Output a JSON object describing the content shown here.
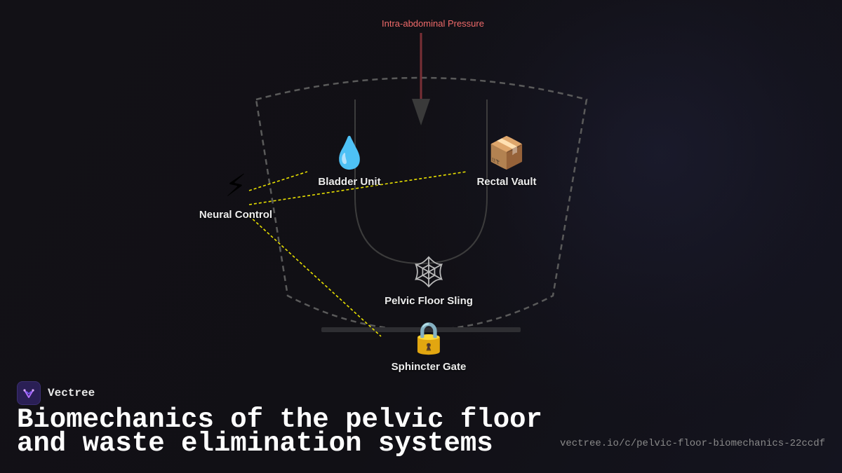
{
  "diagram": {
    "pressure_label": "Intra-abdominal Pressure",
    "nodes": {
      "neural": {
        "icon": "lightning-icon",
        "glyph": "⚡",
        "label": "Neural Control"
      },
      "bladder": {
        "icon": "droplet-icon",
        "glyph": "💧",
        "label": "Bladder Unit"
      },
      "rectal": {
        "icon": "package-icon",
        "glyph": "📦",
        "label": "Rectal Vault"
      },
      "sling": {
        "icon": "web-icon",
        "glyph": "🕸",
        "label": "Pelvic Floor Sling"
      },
      "sphincter": {
        "icon": "lock-icon",
        "glyph": "🔒",
        "label": "Sphincter Gate"
      }
    },
    "colors": {
      "pressure": "#f06a6a",
      "pressure_line": "#7a2f35",
      "neural_link": "#e8e000",
      "outline": "#5a5a5a"
    }
  },
  "brand": {
    "name": "Vectree",
    "logo_icon": "vectree-logo-icon"
  },
  "title": {
    "line1": "Biomechanics of the pelvic floor",
    "line2": "and waste elimination systems"
  },
  "url": "vectree.io/c/pelvic-floor-biomechanics-22ccdf"
}
